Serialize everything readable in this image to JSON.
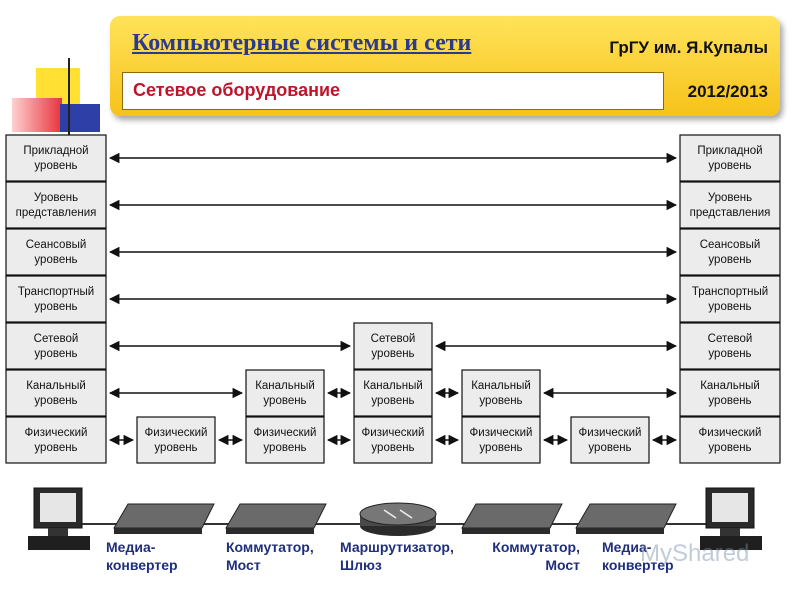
{
  "header": {
    "course_title": "Компьютерные системы и сети",
    "university": "ГрГУ им. Я.Купалы",
    "topic": "Сетевое оборудование",
    "year": "2012/2013"
  },
  "layers": {
    "application": [
      "Прикладной",
      "уровень"
    ],
    "presentation": [
      "Уровень",
      "представления"
    ],
    "session": [
      "Сеансовый",
      "уровень"
    ],
    "transport": [
      "Транспортный",
      "уровень"
    ],
    "network": [
      "Сетевой",
      "уровень"
    ],
    "datalink": [
      "Канальный",
      "уровень"
    ],
    "physical": [
      "Физический",
      "уровень"
    ]
  },
  "devices": [
    {
      "id": "media-converter-left",
      "caption": [
        "Медиа-",
        "конвертер"
      ],
      "type": "switch"
    },
    {
      "id": "switch-bridge-left",
      "caption": [
        "Коммутатор,",
        "Мост"
      ],
      "type": "switch"
    },
    {
      "id": "router-gateway",
      "caption": [
        "Маршрутизатор,",
        "Шлюз"
      ],
      "type": "router"
    },
    {
      "id": "switch-bridge-right",
      "caption": [
        "Коммутатор,",
        "Мост"
      ],
      "type": "switch"
    },
    {
      "id": "media-converter-right",
      "caption": [
        "Медиа-",
        "конвертер"
      ],
      "type": "switch"
    }
  ],
  "watermark": "MyShared",
  "colors": {
    "banner": "#f6c21a",
    "title": "#2b3a8c",
    "topic": "#c0142b",
    "box_fill": "#ececec",
    "caption": "#1f2f7a"
  }
}
